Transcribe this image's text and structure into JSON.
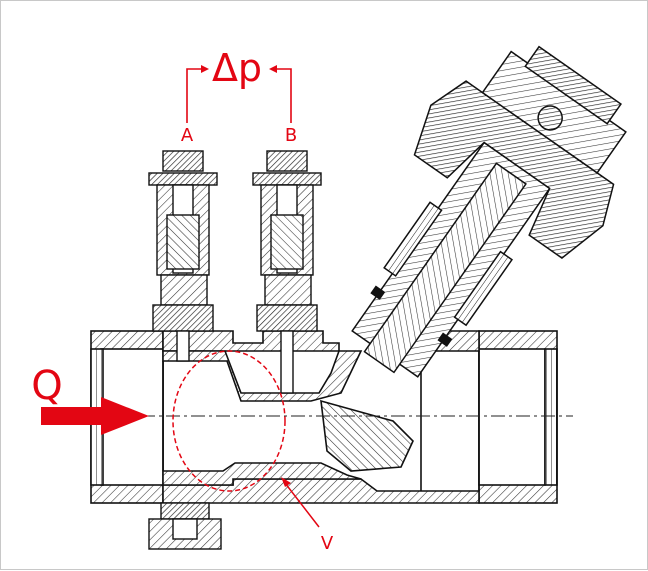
{
  "labels": {
    "delta_p": "Δp",
    "port_a": "A",
    "port_b": "B",
    "flow": "Q",
    "zone": "V"
  },
  "colors": {
    "annotation": "#e30613",
    "drawing": "#111111",
    "hatch": "#333333",
    "background": "#ffffff"
  }
}
